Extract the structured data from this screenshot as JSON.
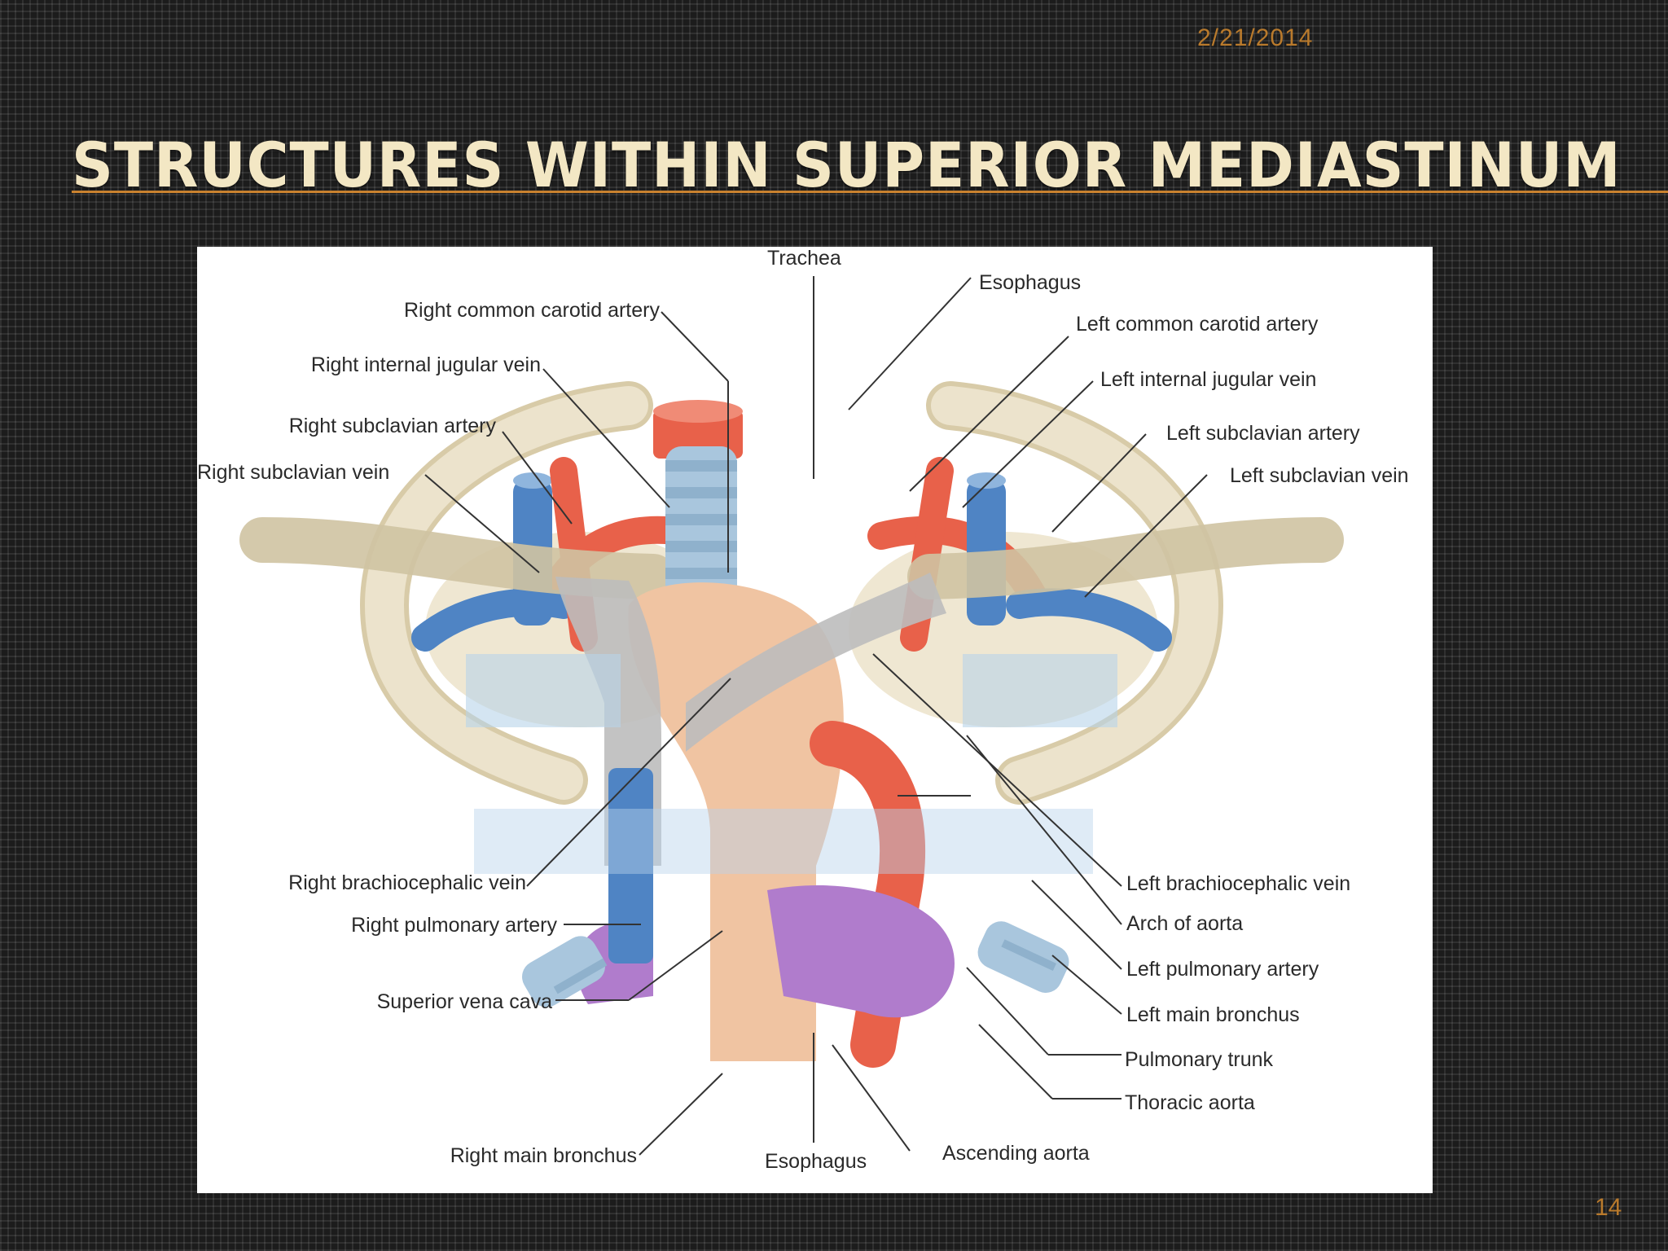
{
  "slide": {
    "date": "2/21/2014",
    "title": "STRUCTURES WITHIN SUPERIOR MEDIASTINUM",
    "page_number": "14"
  },
  "colors": {
    "accent": "#c9822f",
    "title_text": "#f3e7c4",
    "artery": "#e8614a",
    "vein": "#4f84c4",
    "bone": "#e9dfc6",
    "trachea": "#a9c6dd",
    "pulmonary": "#b07ccc"
  },
  "labels": {
    "trachea": "Trachea",
    "esophagus_top": "Esophagus",
    "right_common_carotid_artery": "Right common carotid artery",
    "left_common_carotid_artery": "Left common carotid artery",
    "right_internal_jugular_vein": "Right internal jugular vein",
    "left_internal_jugular_vein": "Left internal jugular vein",
    "right_subclavian_artery": "Right subclavian artery",
    "left_subclavian_artery": "Left subclavian artery",
    "right_subclavian_vein": "Right subclavian vein",
    "left_subclavian_vein": "Left subclavian vein",
    "right_brachiocephalic_vein": "Right brachiocephalic vein",
    "left_brachiocephalic_vein": "Left brachiocephalic vein",
    "right_pulmonary_artery": "Right pulmonary artery",
    "arch_of_aorta": "Arch of aorta",
    "superior_vena_cava": "Superior vena cava",
    "left_pulmonary_artery": "Left pulmonary artery",
    "left_main_bronchus": "Left main bronchus",
    "pulmonary_trunk": "Pulmonary trunk",
    "thoracic_aorta": "Thoracic aorta",
    "right_main_bronchus": "Right main bronchus",
    "esophagus_bottom": "Esophagus",
    "ascending_aorta": "Ascending aorta"
  }
}
